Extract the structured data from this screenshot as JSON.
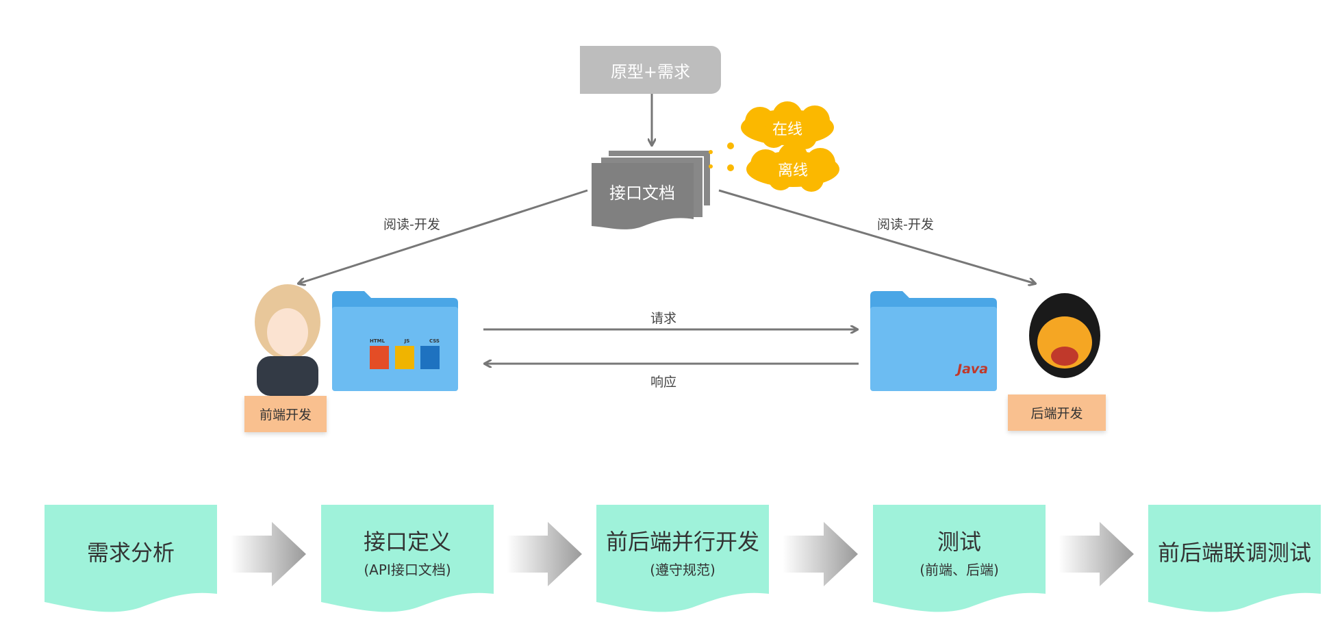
{
  "top": {
    "prototype": "原型+需求",
    "api_doc": "接口文档",
    "online": "在线",
    "offline": "离线"
  },
  "edges": {
    "read_dev_left": "阅读-开发",
    "read_dev_right": "阅读-开发",
    "request": "请求",
    "response": "响应"
  },
  "roles": {
    "frontend": "前端开发",
    "backend": "后端开发"
  },
  "folder_badges": {
    "html": "HTML",
    "js": "JS",
    "css": "CSS",
    "java": "Java"
  },
  "steps": [
    {
      "title": "需求分析",
      "sub": ""
    },
    {
      "title": "接口定义",
      "sub": "(API接口文档)"
    },
    {
      "title": "前后端并行开发",
      "sub": "(遵守规范)"
    },
    {
      "title": "测试",
      "sub": "(前端、后端)"
    },
    {
      "title": "前后端联调测试",
      "sub": ""
    }
  ],
  "colors": {
    "step": "#9ff2da",
    "role": "#f9c08f",
    "cloud": "#fbb800",
    "folder": "#5eb4ee",
    "doc": "#808080"
  }
}
